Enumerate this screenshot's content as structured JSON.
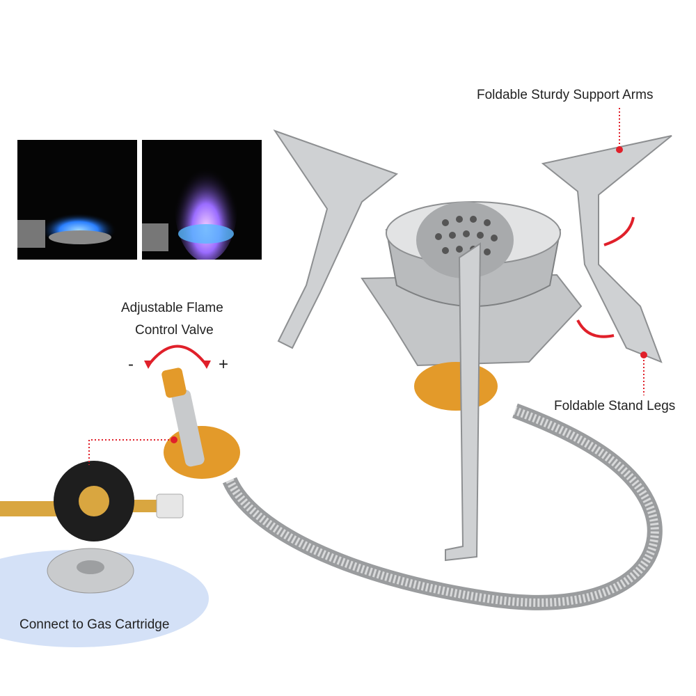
{
  "labels": {
    "support_arms": "Foldable Sturdy Support Arms",
    "flame_line1": "Adjustable Flame",
    "flame_line2": "Control Valve",
    "minus": "-",
    "plus": "+",
    "stand_legs": "Foldable Stand Legs",
    "gas_cartridge": "Connect to Gas Cartridge"
  },
  "colors": {
    "accent_red": "#e0202a",
    "brass": "#e39a2a",
    "steel": "#c9cbcd",
    "flame_blue": "#3aa0ff"
  }
}
